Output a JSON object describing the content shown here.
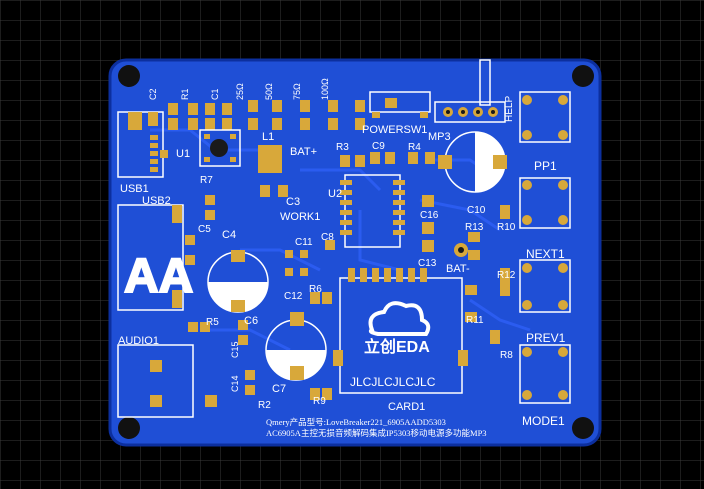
{
  "board": {
    "colors": {
      "background": "#000000",
      "grid": "#3a3a3a",
      "copper": "#1f4fd6",
      "board_edge": "#0c2f9e",
      "trace": "#2b5cf0",
      "pad": "#d8a83a",
      "silk": "#ffffff",
      "drill": "#1a1a1a"
    },
    "designators": [
      {
        "name": "C2",
        "text": "C2"
      },
      {
        "name": "R1",
        "text": "R1"
      },
      {
        "name": "C1",
        "text": "C1"
      },
      {
        "name": "R25",
        "text": "25Ω"
      },
      {
        "name": "R50",
        "text": "50Ω"
      },
      {
        "name": "R75",
        "text": "75Ω"
      },
      {
        "name": "R100",
        "text": "100Ω"
      },
      {
        "name": "POWERSW1",
        "text": "POWERSW1"
      },
      {
        "name": "MP3",
        "text": "MP3"
      },
      {
        "name": "HELP",
        "text": "HELP"
      },
      {
        "name": "U1",
        "text": "U1"
      },
      {
        "name": "L1",
        "text": "L1"
      },
      {
        "name": "BATP",
        "text": "BAT+"
      },
      {
        "name": "R3",
        "text": "R3"
      },
      {
        "name": "C9",
        "text": "C9"
      },
      {
        "name": "R4",
        "text": "R4"
      },
      {
        "name": "PP1",
        "text": "PP1"
      },
      {
        "name": "USB1",
        "text": "USB1"
      },
      {
        "name": "R7",
        "text": "R7"
      },
      {
        "name": "USB2",
        "text": "USB2"
      },
      {
        "name": "U2",
        "text": "U2"
      },
      {
        "name": "C3",
        "text": "C3"
      },
      {
        "name": "WORK1",
        "text": "WORK1"
      },
      {
        "name": "C10",
        "text": "C10"
      },
      {
        "name": "C16",
        "text": "C16"
      },
      {
        "name": "C5",
        "text": "C5"
      },
      {
        "name": "R13",
        "text": "R13"
      },
      {
        "name": "R10",
        "text": "R10"
      },
      {
        "name": "C4",
        "text": "C4"
      },
      {
        "name": "C8",
        "text": "C8"
      },
      {
        "name": "C11",
        "text": "C11"
      },
      {
        "name": "NEXT1",
        "text": "NEXT1"
      },
      {
        "name": "C13",
        "text": "C13"
      },
      {
        "name": "BATM",
        "text": "BAT-"
      },
      {
        "name": "R12",
        "text": "R12"
      },
      {
        "name": "R6",
        "text": "R6"
      },
      {
        "name": "C12",
        "text": "C12"
      },
      {
        "name": "R5",
        "text": "R5"
      },
      {
        "name": "C6",
        "text": "C6"
      },
      {
        "name": "R11",
        "text": "R11"
      },
      {
        "name": "AUDIO1",
        "text": "AUDIO1"
      },
      {
        "name": "PREV1",
        "text": "PREV1"
      },
      {
        "name": "C15",
        "text": "C15"
      },
      {
        "name": "R8",
        "text": "R8"
      },
      {
        "name": "C14",
        "text": "C14"
      },
      {
        "name": "C7",
        "text": "C7"
      },
      {
        "name": "R2",
        "text": "R2"
      },
      {
        "name": "R9",
        "text": "R9"
      },
      {
        "name": "CARD1",
        "text": "CARD1"
      },
      {
        "name": "MODE1",
        "text": "MODE1"
      }
    ],
    "logo_text": "立创EDA",
    "jlc_text": "JLCJLCJLCJLC",
    "footer_line1": "Qmery产品型号:LoveBreaker221_6905AADD5303",
    "footer_line2": "AC6905A主控无损音频解码集成IP5303移动电源多功能MP3"
  }
}
